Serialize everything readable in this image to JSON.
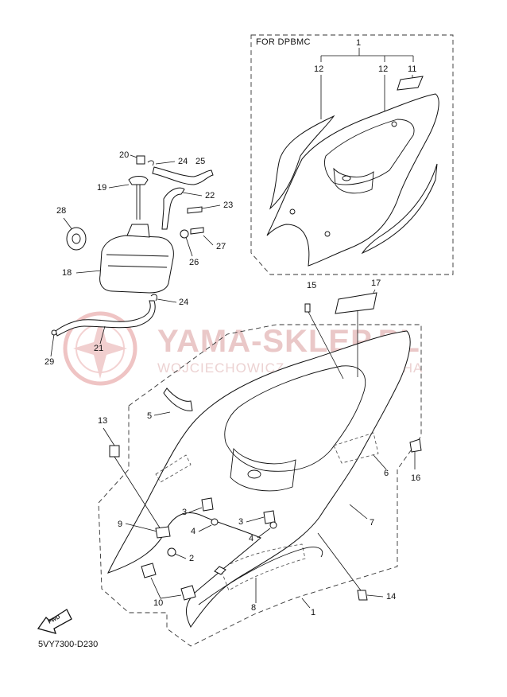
{
  "watermark": {
    "brand": "YAMA-SKLEP.PL",
    "dealer": "WOJCIECHOWICZ - DEALER YAMAHA"
  },
  "variant_header": "FOR DPBMC",
  "diagram_code": "5VY7300-D230",
  "fwd_label": "FWD",
  "callouts": {
    "c1_top": "1",
    "c12_left": "12",
    "c12_right": "12",
    "c11": "11",
    "c20": "20",
    "c24_top": "24",
    "c25": "25",
    "c19": "19",
    "c22": "22",
    "c23": "23",
    "c28": "28",
    "c27": "27",
    "c26": "26",
    "c18": "18",
    "c24_bottom": "24",
    "c21": "21",
    "c29": "29",
    "c15": "15",
    "c17": "17",
    "c5": "5",
    "c13": "13",
    "c6": "6",
    "c16": "16",
    "c7": "7",
    "c3_upper": "3",
    "c4_upper": "4",
    "c3_lower": "3",
    "c4_lower": "4",
    "c9": "9",
    "c2": "2",
    "c10": "10",
    "c8": "8",
    "c1_bottom": "1",
    "c14": "14"
  }
}
